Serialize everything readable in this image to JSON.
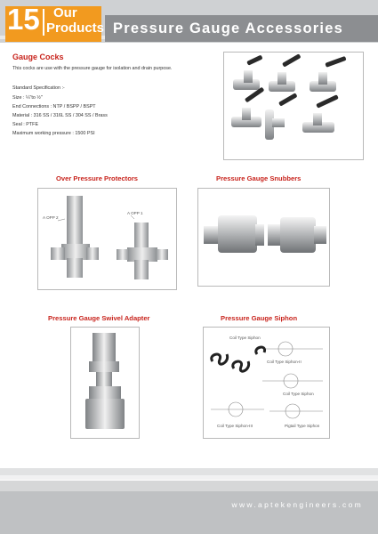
{
  "header": {
    "number": "15",
    "our": "Our",
    "products": "Products",
    "title": "Pressure Gauge Accessories"
  },
  "gauge_cocks": {
    "title": "Gauge Cocks",
    "description": "This cocks are use with the pressure gauge for isolation and drain purpose.",
    "spec_heading": "Standard Specification :-",
    "size": "Size : ¼\"to ½\"",
    "end_connections": "End Connections : NTP / BSPP / BSPT",
    "material": "Material : 316 SS / 316L SS / 304 SS / Brass",
    "seal": "Seal : PTFE",
    "pressure": "Maximum working pressure : 1500 PSI"
  },
  "sections": {
    "over_pressure": "Over Pressure Protectors",
    "snubbers": "Pressure Gauge Snubbers",
    "swivel": "Pressure Gauge Swivel Adapter",
    "siphon": "Pressure Gauge Siphon"
  },
  "labels": {
    "opp2": "A OPP 2",
    "opp1": "A OPP 1",
    "coil_siphon": "Coil Type Siphon",
    "coil_siphon_fig2": "Coil Type Siphon-II",
    "coil_siphon_fig3": "Coil Type Siphon",
    "coil_siphon_fig4": "Coil Type Siphon-III",
    "pigtail_siphon": "Pigtail Type Siphon"
  },
  "footer": {
    "website": "www.aptekengineers.com"
  },
  "colors": {
    "accent_orange": "#f29a1f",
    "title_red": "#c8231c",
    "header_grey": "#8c8e91"
  }
}
